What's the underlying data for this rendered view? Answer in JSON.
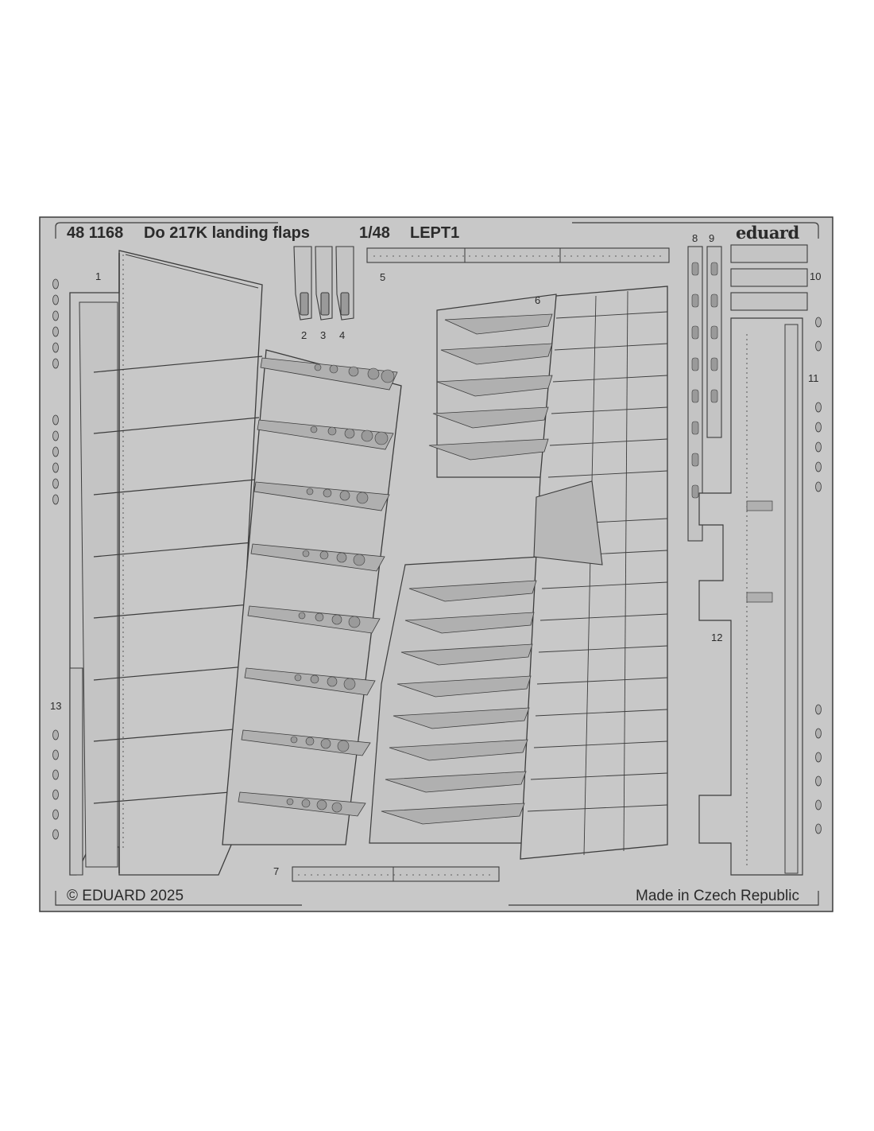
{
  "header": {
    "product_number": "48 1168",
    "product_name": "Do 217K  landing flaps",
    "scale": "1/48",
    "code": "LEPT1"
  },
  "brand": "eduard",
  "footer": {
    "copyright": "© EDUARD 2025",
    "origin": "Made in Czech Republic"
  },
  "part_numbers": [
    "1",
    "2",
    "3",
    "4",
    "5",
    "6",
    "7",
    "8",
    "9",
    "10",
    "11",
    "12",
    "13"
  ],
  "colors": {
    "fret": "#c8c8c8",
    "outline": "#3c3c3c",
    "text": "#2b2b2b",
    "background": "#ffffff"
  }
}
